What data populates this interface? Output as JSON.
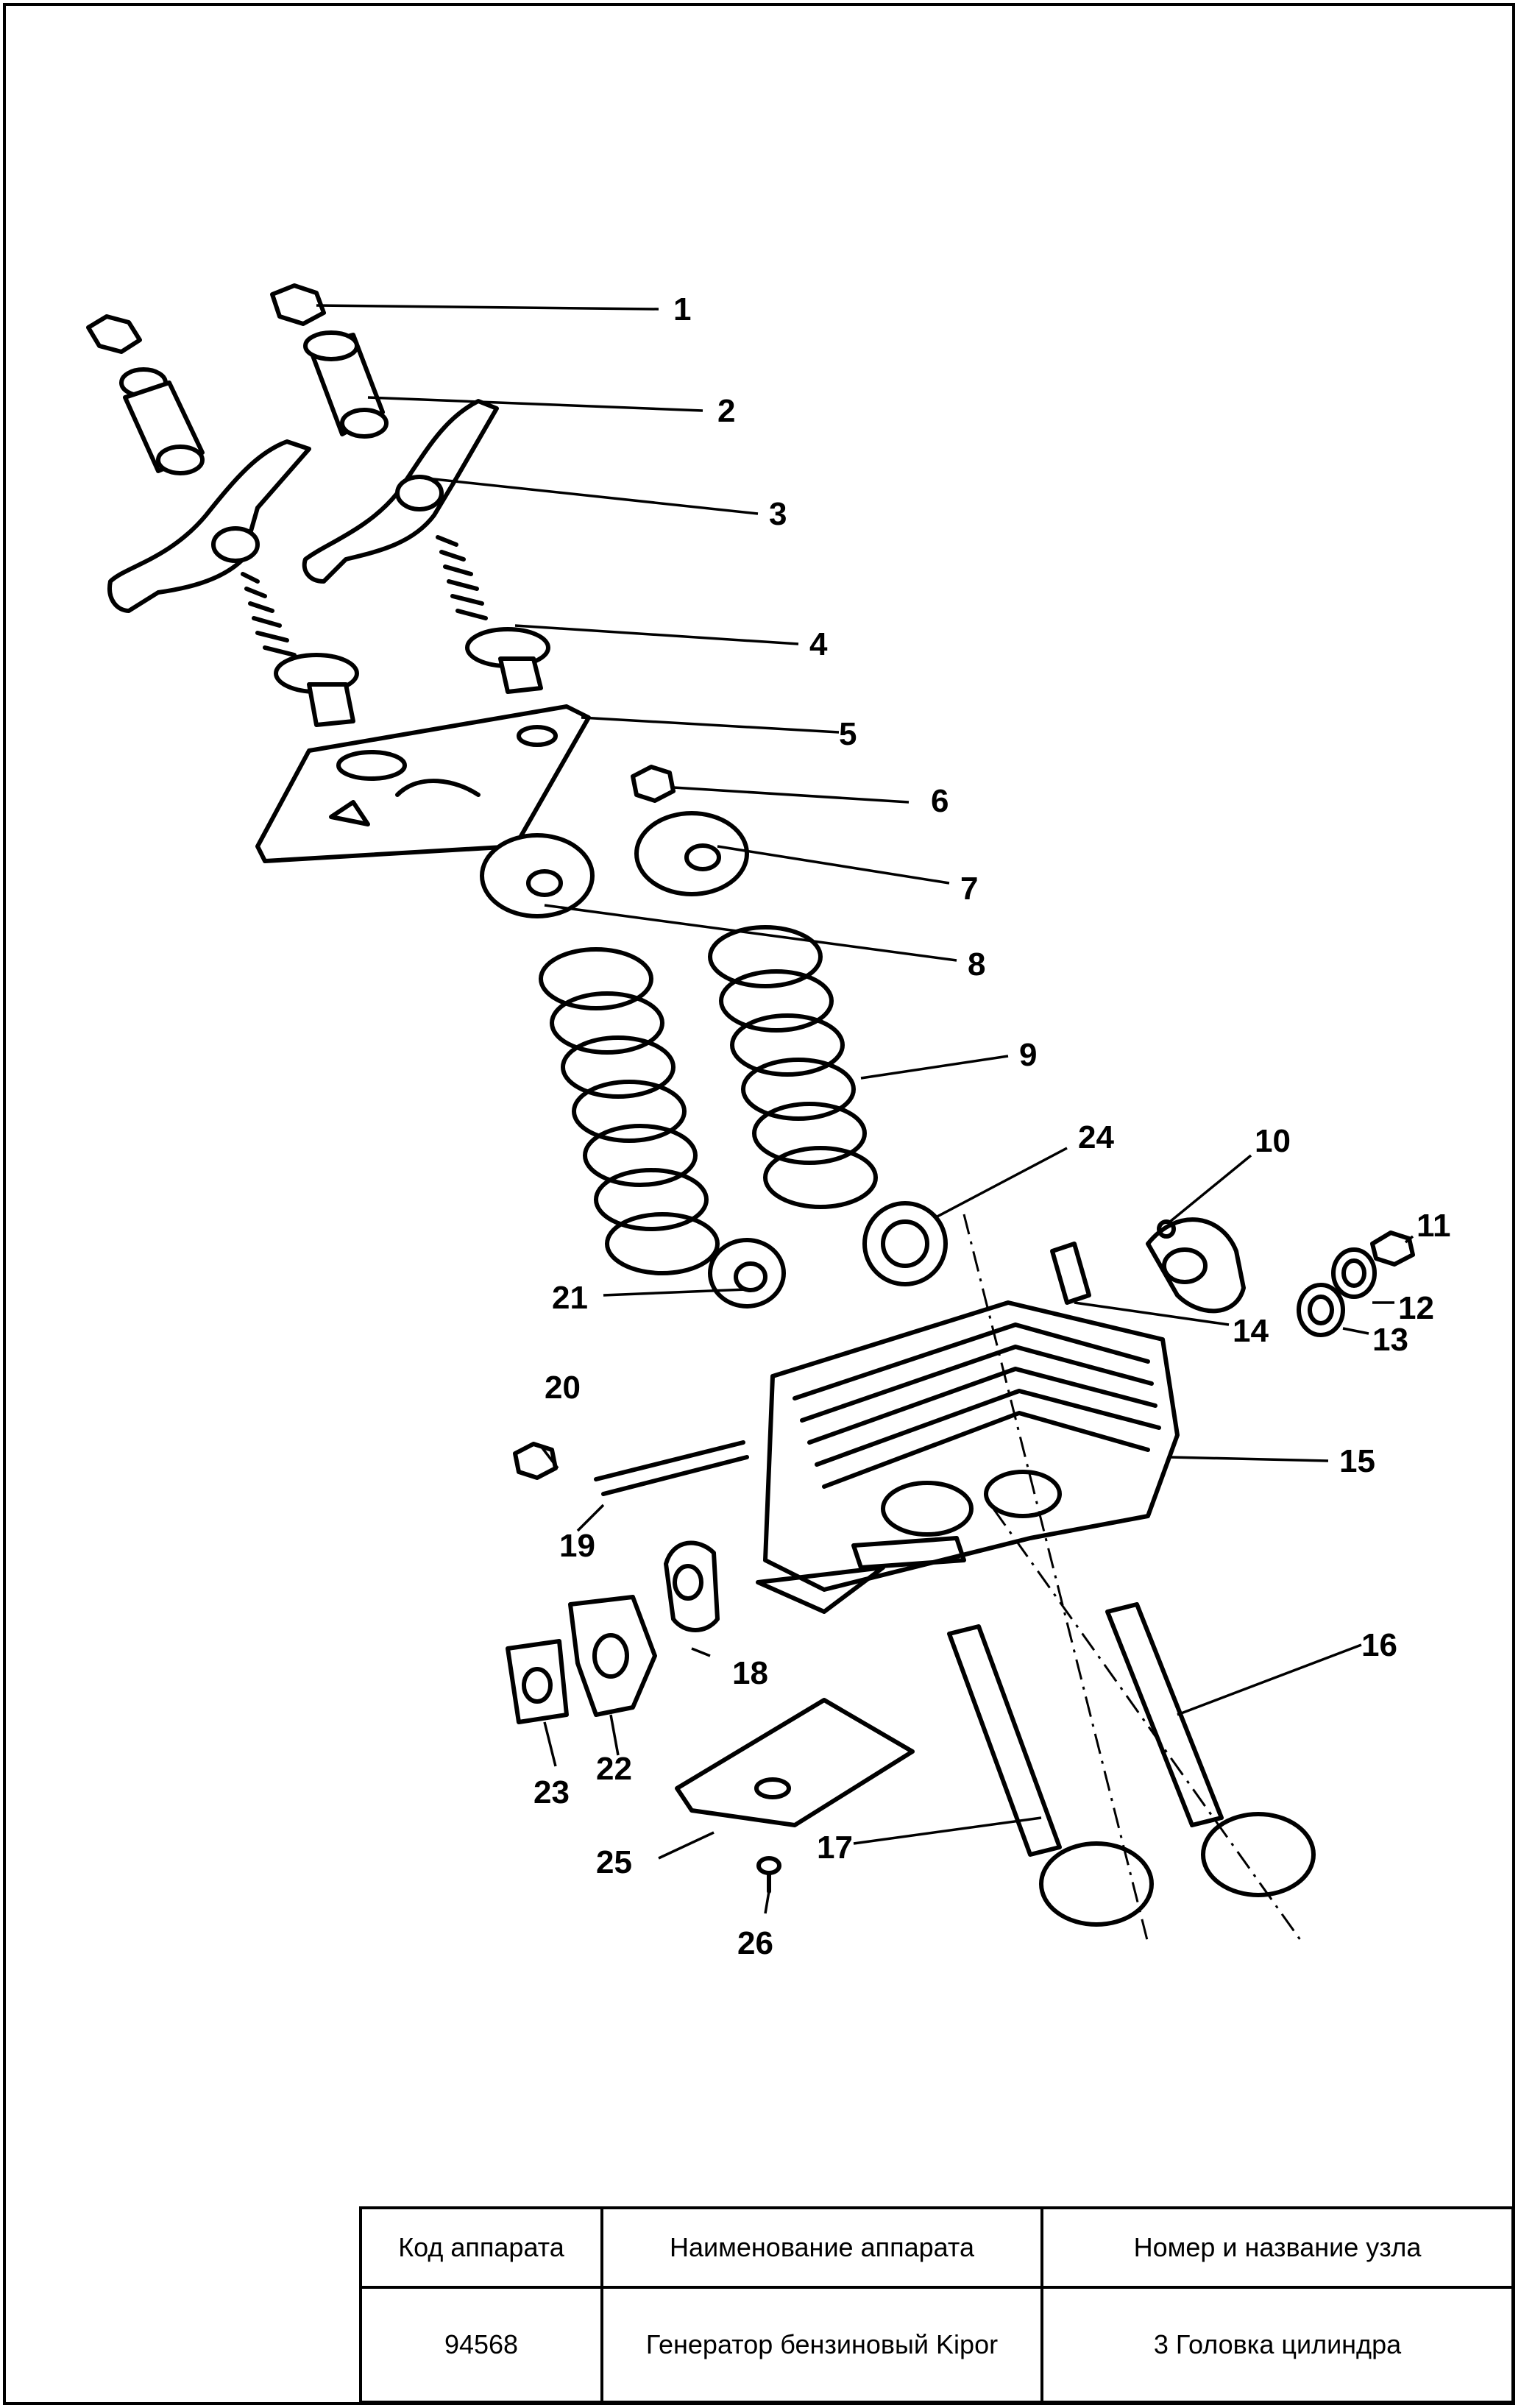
{
  "callouts": {
    "c1": "1",
    "c2": "2",
    "c3": "3",
    "c4": "4",
    "c5": "5",
    "c6": "6",
    "c7": "7",
    "c8": "8",
    "c9": "9",
    "c10": "10",
    "c11": "11",
    "c12": "12",
    "c13": "13",
    "c14": "14",
    "c15": "15",
    "c16": "16",
    "c17": "17",
    "c18": "18",
    "c19": "19",
    "c20": "20",
    "c21": "21",
    "c22": "22",
    "c23": "23",
    "c24": "24",
    "c25": "25",
    "c26": "26"
  },
  "title_block": {
    "headers": {
      "code": "Код аппарата",
      "name": "Наименование аппарата",
      "assembly": "Номер и название узла"
    },
    "values": {
      "code": "94568",
      "name": "Генератор бензиновый Kipor",
      "assembly": "3 Головка цилиндра"
    }
  }
}
